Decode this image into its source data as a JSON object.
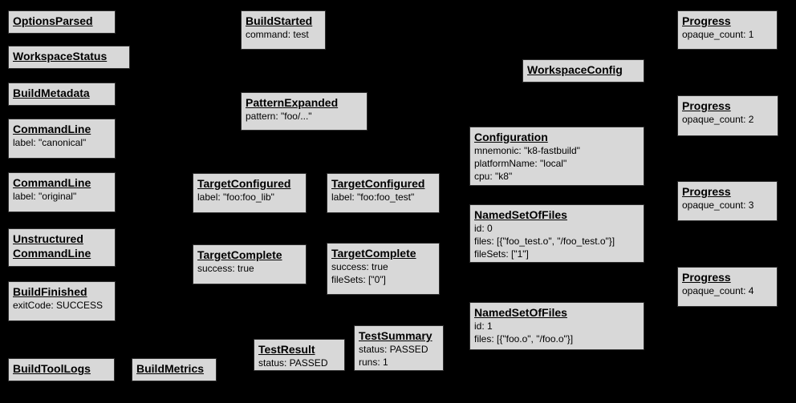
{
  "colors": {
    "background": "#000000",
    "box_fill": "#d8d8d8",
    "box_border": "#2e2e2e",
    "text": "#000000"
  },
  "nodes": {
    "options_parsed": {
      "title": "OptionsParsed"
    },
    "workspace_status": {
      "title": "WorkspaceStatus"
    },
    "build_metadata": {
      "title": "BuildMetadata"
    },
    "command_line_canonical": {
      "title": "CommandLine",
      "lines": [
        "label: \"canonical\""
      ]
    },
    "command_line_original": {
      "title": "CommandLine",
      "lines": [
        "label: \"original\""
      ]
    },
    "unstructured_command_line": {
      "title": "Unstructured",
      "title2": "CommandLine"
    },
    "build_finished": {
      "title": "BuildFinished",
      "lines": [
        "exitCode: SUCCESS"
      ]
    },
    "build_tool_logs": {
      "title": "BuildToolLogs"
    },
    "build_metrics": {
      "title": "BuildMetrics"
    },
    "build_started": {
      "title": "BuildStarted",
      "lines": [
        "command: test"
      ]
    },
    "pattern_expanded": {
      "title": "PatternExpanded",
      "lines": [
        "pattern: \"foo/...\""
      ]
    },
    "target_configured_lib": {
      "title": "TargetConfigured",
      "lines": [
        "label: \"foo:foo_lib\""
      ]
    },
    "target_configured_test": {
      "title": "TargetConfigured",
      "lines": [
        "label: \"foo:foo_test\""
      ]
    },
    "target_complete_lib": {
      "title": "TargetComplete",
      "lines": [
        "success: true"
      ]
    },
    "target_complete_test": {
      "title": "TargetComplete",
      "lines": [
        "success: true",
        "fileSets: [\"0\"]"
      ]
    },
    "test_result": {
      "title": "TestResult",
      "lines": [
        "status: PASSED"
      ]
    },
    "test_summary": {
      "title": "TestSummary",
      "lines": [
        "status: PASSED",
        "runs: 1"
      ]
    },
    "workspace_config": {
      "title": "WorkspaceConfig"
    },
    "configuration": {
      "title": "Configuration",
      "lines": [
        "mnemonic: \"k8-fastbuild\"",
        "platformName: \"local\"",
        "cpu: \"k8\""
      ]
    },
    "named_set_of_files_0": {
      "title": "NamedSetOfFiles",
      "lines": [
        "id: 0",
        "files: [{\"foo_test.o\", \"/foo_test.o\"}]",
        "fileSets: [\"1\"]"
      ]
    },
    "named_set_of_files_1": {
      "title": "NamedSetOfFiles",
      "lines": [
        "id: 1",
        "files: [{\"foo.o\", \"/foo.o\"}]"
      ]
    },
    "progress_1": {
      "title": "Progress",
      "lines": [
        "opaque_count: 1"
      ]
    },
    "progress_2": {
      "title": "Progress",
      "lines": [
        "opaque_count: 2"
      ]
    },
    "progress_3": {
      "title": "Progress",
      "lines": [
        "opaque_count: 3"
      ]
    },
    "progress_4": {
      "title": "Progress",
      "lines": [
        "opaque_count: 4"
      ]
    }
  }
}
